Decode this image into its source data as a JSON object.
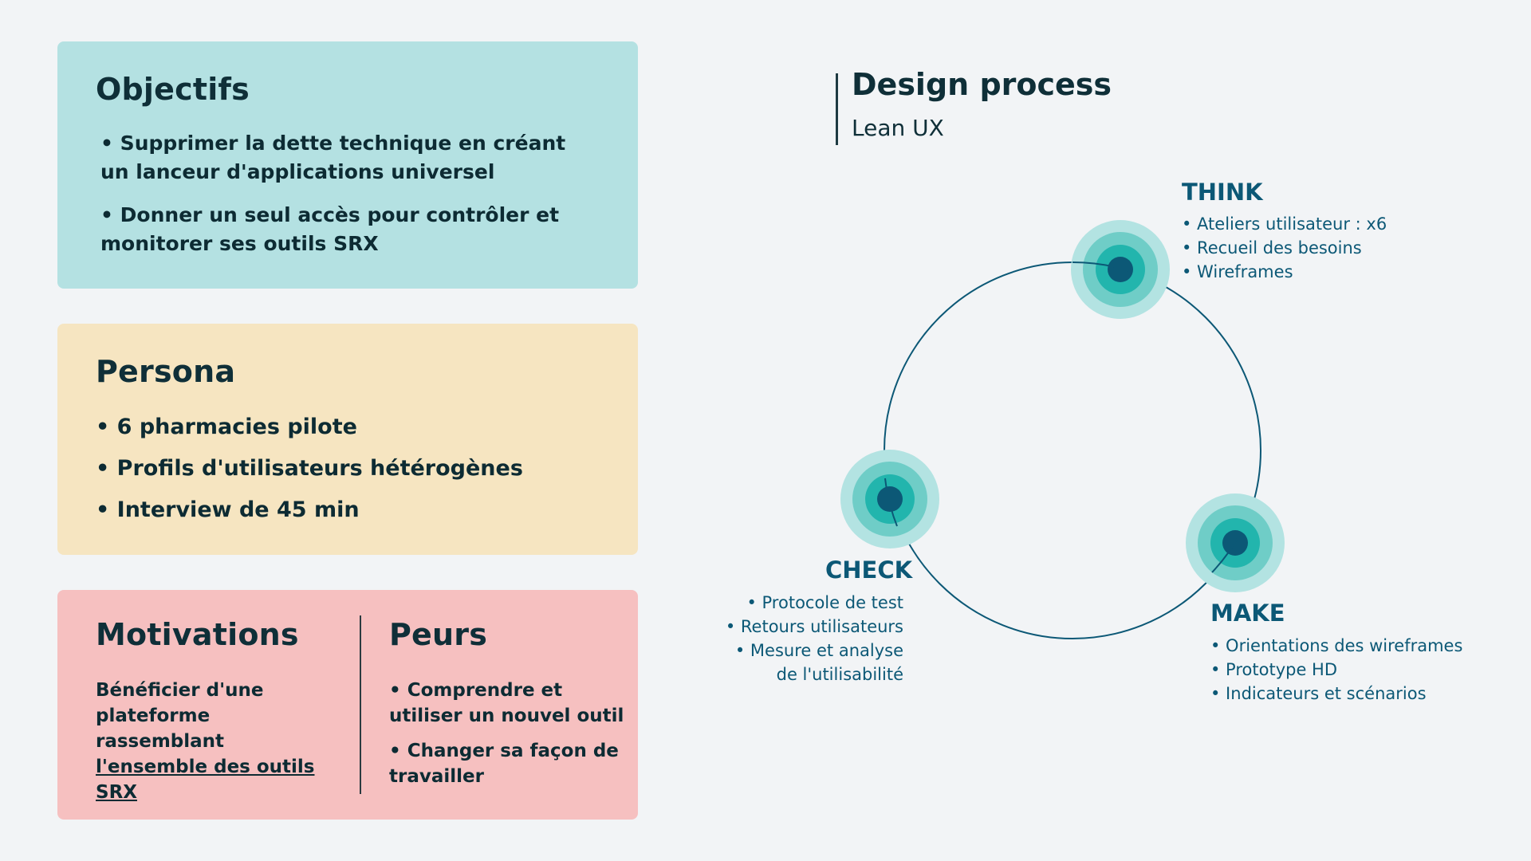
{
  "objectifs": {
    "title": "Objectifs",
    "items": [
      "• Supprimer la dette technique en créant un lanceur d'applications universel",
      "• Donner un seul accès pour contrôler et monitorer ses outils SRX"
    ]
  },
  "persona": {
    "title": "Persona",
    "items": [
      "• 6 pharmacies pilote",
      "• Profils d'utilisateurs hétérogènes",
      "• Interview de 45 min"
    ]
  },
  "motivations": {
    "title": "Motivations",
    "text_line1": "Bénéficier d'une",
    "text_line2": "plateforme rassemblant",
    "text_underlined": "l'ensemble des outils SRX"
  },
  "peurs": {
    "title": "Peurs",
    "items": [
      "• Comprendre et utiliser un nouvel outil",
      "• Changer sa façon de travailler"
    ]
  },
  "design_process": {
    "title": "Design process",
    "subtitle": "Lean UX"
  },
  "phases": {
    "think": {
      "title": "THINK",
      "items": [
        "• Ateliers utilisateur : x6",
        "• Recueil des besoins",
        "• Wireframes"
      ]
    },
    "make": {
      "title": "MAKE",
      "items": [
        "• Orientations des wireframes",
        "• Prototype HD",
        "• Indicateurs et scénarios"
      ]
    },
    "check": {
      "title": "CHECK",
      "items": [
        "• Protocole de test",
        "• Retours utilisateurs",
        "• Mesure et analyse",
        "de l'utilisabilité"
      ]
    }
  },
  "colors": {
    "objectifs_bg": "#b4e1e2",
    "persona_bg": "#f6e5c1",
    "motivations_bg": "#f6c0c0",
    "accent_teal": "#22b5ad",
    "accent_dark": "#0c5876"
  }
}
